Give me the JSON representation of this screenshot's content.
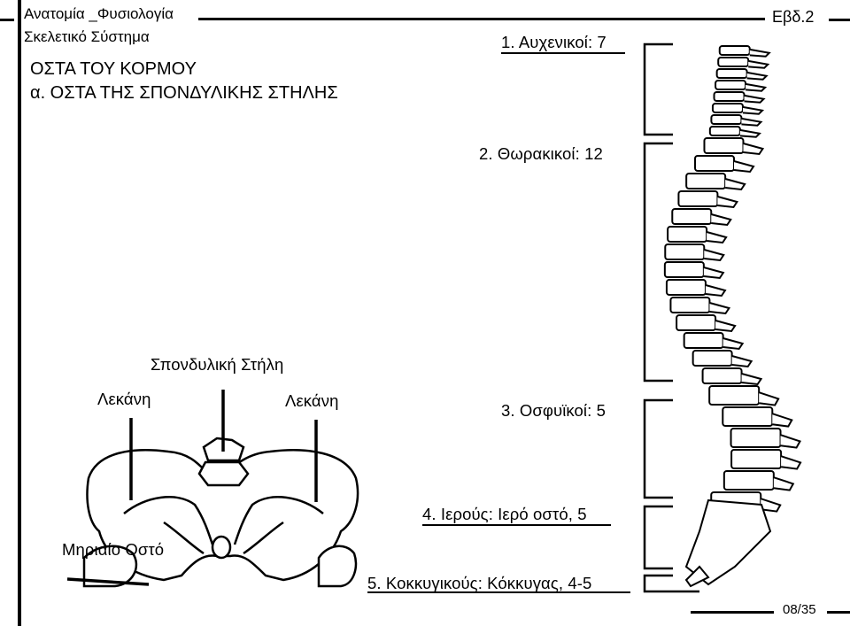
{
  "header": {
    "course": "Ανατομία _Φυσιολογία",
    "chapter": "Σκελετικό Σύστημα",
    "code": "Εβδ.2"
  },
  "title": {
    "line1": "ΟΣΤΑ ΤΟΥ ΚΟΡΜΟΥ",
    "line2": "α. ΟΣΤΑ ΤΗΣ ΣΠΟΝΔΥΛΙΚΗΣ ΣΤΗΛΗΣ"
  },
  "spine_labels": {
    "cervical": "1. Αυχενικοί:  7",
    "thoracic": "2. Θωρακικοί: 12",
    "lumbar": "3. Οσφυϊκοί: 5",
    "sacral": "4. Ιερούς:  Ιερό οστό, 5",
    "coccygeal": "5. Κοκκυγικούς: Κόκκυγας, 4-5"
  },
  "pelvis_labels": {
    "spine": "Σπονδυλική Στήλη",
    "pelvis_left": "Λεκάνη",
    "pelvis_right": "Λεκάνη",
    "femur": "Μηριαίο Οστό"
  },
  "footer": {
    "page": "08/35"
  }
}
